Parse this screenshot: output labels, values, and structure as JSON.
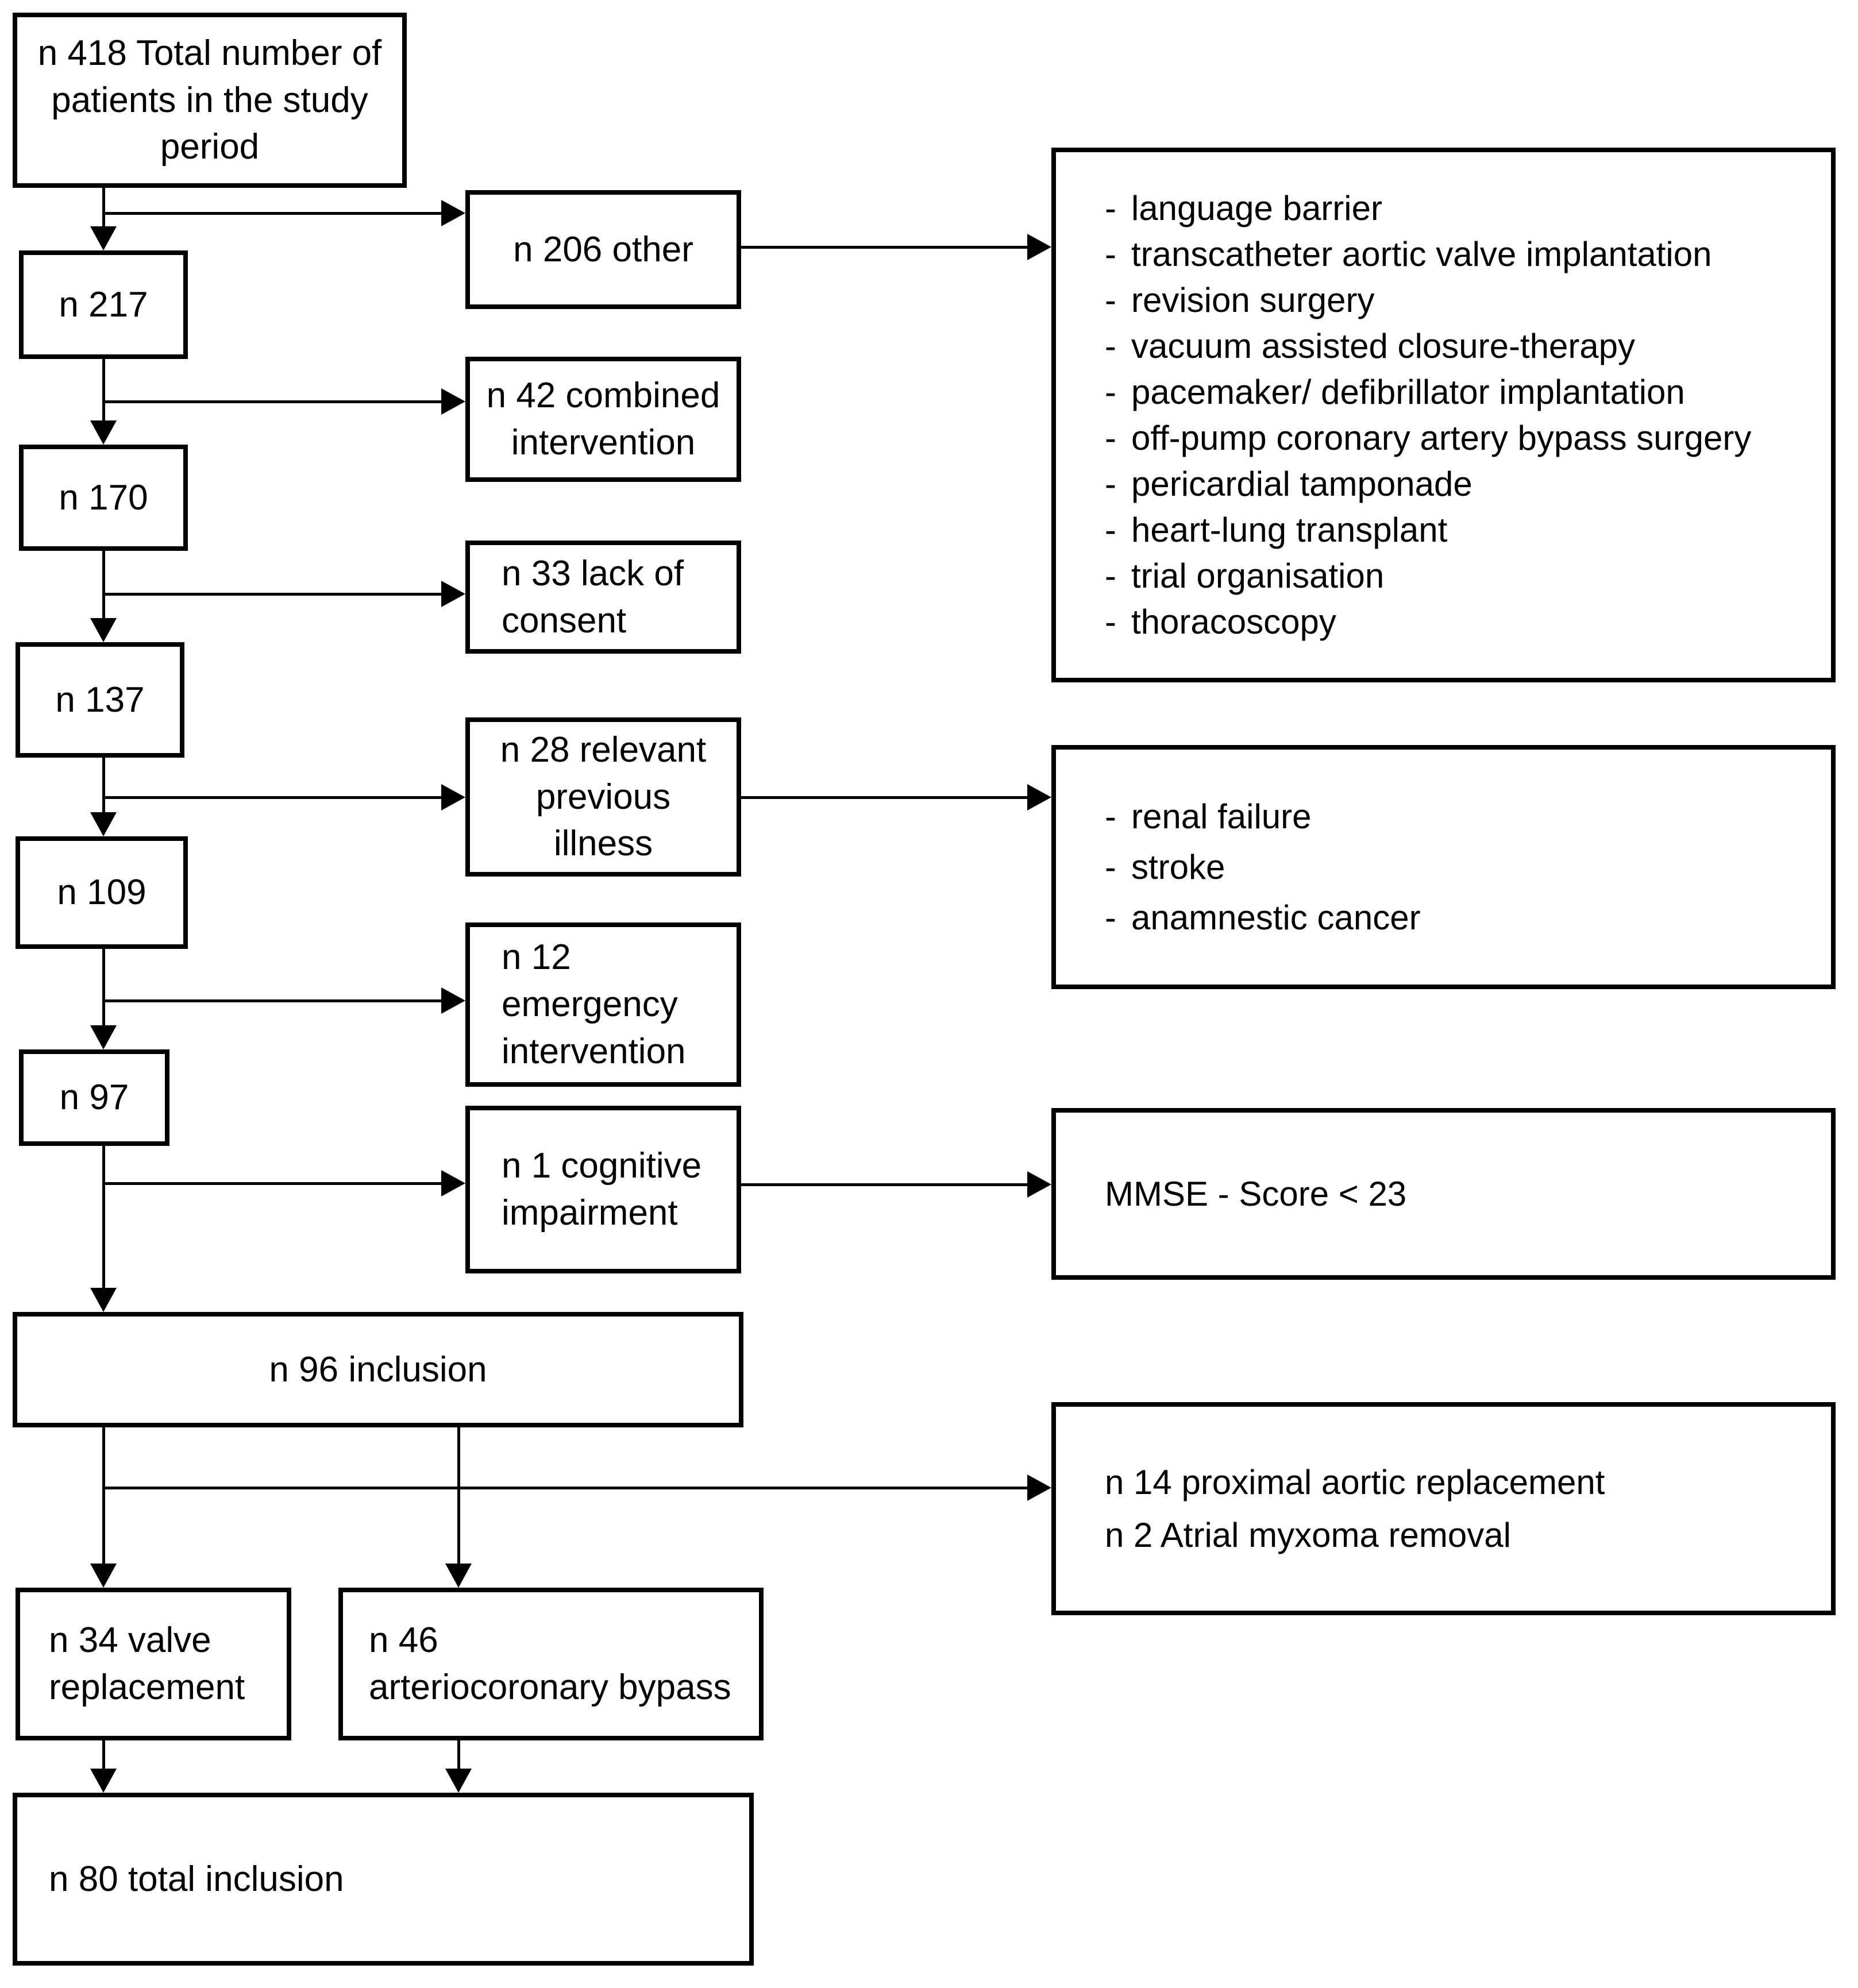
{
  "bullet": "-",
  "boxes": {
    "total_patients": {
      "lines": [
        "n 418 Total number of",
        "patients in the study",
        "period"
      ]
    },
    "n217": {
      "label": "n 217"
    },
    "n170": {
      "label": "n 170"
    },
    "n137": {
      "label": "n 137"
    },
    "n109": {
      "label": "n 109"
    },
    "n97": {
      "label": "n 97"
    },
    "other": {
      "label": "n 206 other"
    },
    "combined_intervention": {
      "lines": [
        "n 42 combined",
        "intervention"
      ]
    },
    "lack_of_consent": {
      "lines": [
        "n 33 lack of",
        "consent"
      ]
    },
    "previous_illness": {
      "lines": [
        "n 28 relevant",
        "previous",
        "illness"
      ]
    },
    "emergency_intervention": {
      "lines": [
        "n 12",
        "emergency",
        "intervention"
      ]
    },
    "cognitive_impairment": {
      "lines": [
        "n 1 cognitive",
        "impairment"
      ]
    },
    "inclusion": {
      "label": "n 96 inclusion"
    },
    "valve_replacement": {
      "lines": [
        "n 34 valve",
        "replacement"
      ]
    },
    "arteriocoronary_bypass": {
      "lines": [
        "n 46",
        "arteriocoronary bypass"
      ]
    },
    "total_inclusion": {
      "label": "n 80 total inclusion"
    },
    "other_reasons": {
      "items": [
        "language barrier",
        "transcatheter aortic valve implantation",
        "revision surgery",
        "vacuum assisted closure-therapy",
        "pacemaker/ defibrillator implantation",
        "off-pump coronary artery bypass surgery",
        "pericardial tamponade",
        "heart-lung transplant",
        "trial organisation",
        "thoracoscopy"
      ]
    },
    "illness_reasons": {
      "items": [
        "renal failure",
        "stroke",
        "anamnestic cancer"
      ]
    },
    "mmse": {
      "label": "MMSE - Score < 23"
    },
    "excluded_surgery": {
      "lines": [
        "n 14 proximal aortic replacement",
        "n 2 Atrial myxoma removal"
      ]
    }
  },
  "colors": {
    "line": "#000000",
    "background": "#ffffff",
    "text": "#000000"
  }
}
